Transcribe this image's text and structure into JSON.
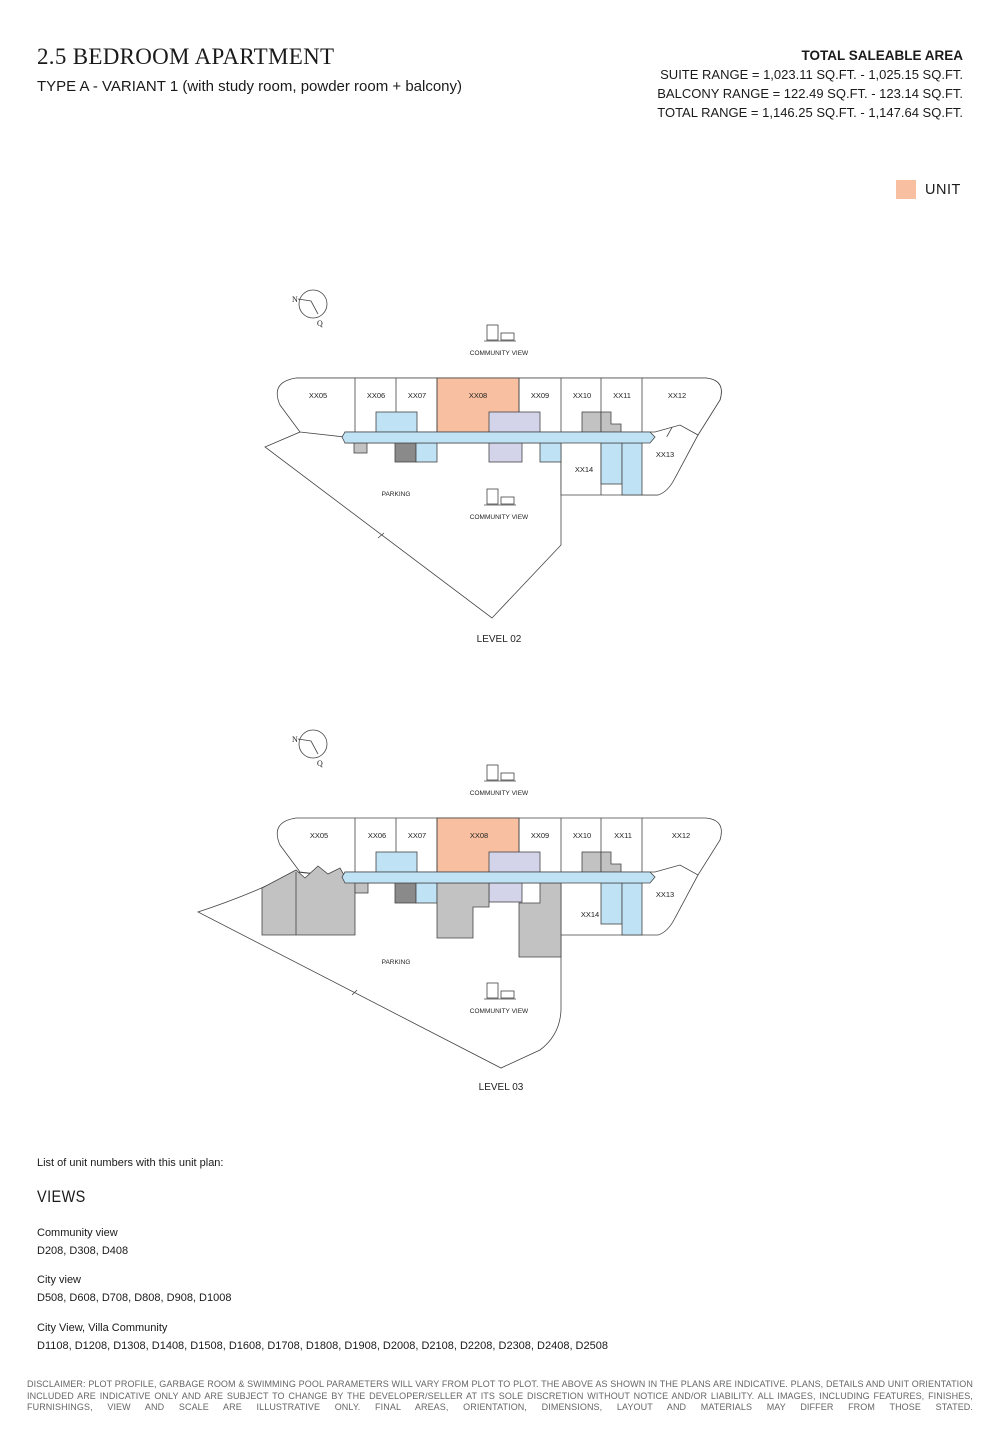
{
  "header": {
    "title": "2.5 BEDROOM APARTMENT",
    "subtitle": "TYPE A - VARIANT 1 (with study room, powder room + balcony)"
  },
  "area": {
    "heading": "TOTAL SALEABLE AREA",
    "suite": "SUITE RANGE = 1,023.11 SQ.FT. - 1,025.15 SQ.FT.",
    "balcony": "BALCONY RANGE = 122.49 SQ.FT. - 123.14 SQ.FT.",
    "total": "TOTAL RANGE = 1,146.25 SQ.FT. - 1,147.64 SQ.FT."
  },
  "legend": {
    "label": "UNIT",
    "color": "#f8c0a0"
  },
  "compass": {
    "n": "N",
    "q": "Q"
  },
  "plans": [
    {
      "level": "LEVEL 02",
      "units": [
        "XX05",
        "XX06",
        "XX07",
        "XX08",
        "XX09",
        "XX10",
        "XX11",
        "XX12",
        "XX13",
        "XX14"
      ],
      "highlighted": "XX08",
      "parking": "PARKING",
      "view_top": "COMMUNITY VIEW",
      "view_bottom": "COMMUNITY VIEW"
    },
    {
      "level": "LEVEL 03",
      "units": [
        "XX05",
        "XX06",
        "XX07",
        "XX08",
        "XX09",
        "XX10",
        "XX11",
        "XX12",
        "XX13",
        "XX14"
      ],
      "highlighted": "XX08",
      "parking": "PARKING",
      "view_top": "COMMUNITY VIEW",
      "view_bottom": "COMMUNITY VIEW"
    }
  ],
  "list": {
    "intro": "List of unit numbers with this unit plan:",
    "heading": "VIEWS",
    "groups": [
      {
        "name": "Community view",
        "units": "D208, D308, D408"
      },
      {
        "name": "City view",
        "units": "D508, D608, D708, D808, D908, D1008"
      },
      {
        "name": "City View, Villa Community",
        "units": "D1108, D1208, D1308, D1408, D1508, D1608, D1708, D1808, D1908, D2008, D2108, D2208, D2308, D2408, D2508"
      }
    ]
  },
  "disclaimer": "DISCLAIMER: PLOT PROFILE, GARBAGE ROOM & SWIMMING POOL PARAMETERS WILL VARY FROM PLOT TO PLOT. THE ABOVE AS SHOWN IN THE PLANS ARE INDICATIVE. PLANS, DETAILS AND UNIT ORIENTATION INCLUDED ARE INDICATIVE ONLY AND ARE SUBJECT TO CHANGE BY THE DEVELOPER/SELLER AT ITS SOLE DISCRETION WITHOUT NOTICE AND/OR LIABILITY. ALL IMAGES, INCLUDING FEATURES, FINISHES, FURNISHINGS, VIEW AND SCALE ARE ILLUSTRATIVE ONLY. FINAL AREAS, ORIENTATION, DIMENSIONS, LAYOUT AND MATERIALS MAY DIFFER FROM THOSE STATED."
}
